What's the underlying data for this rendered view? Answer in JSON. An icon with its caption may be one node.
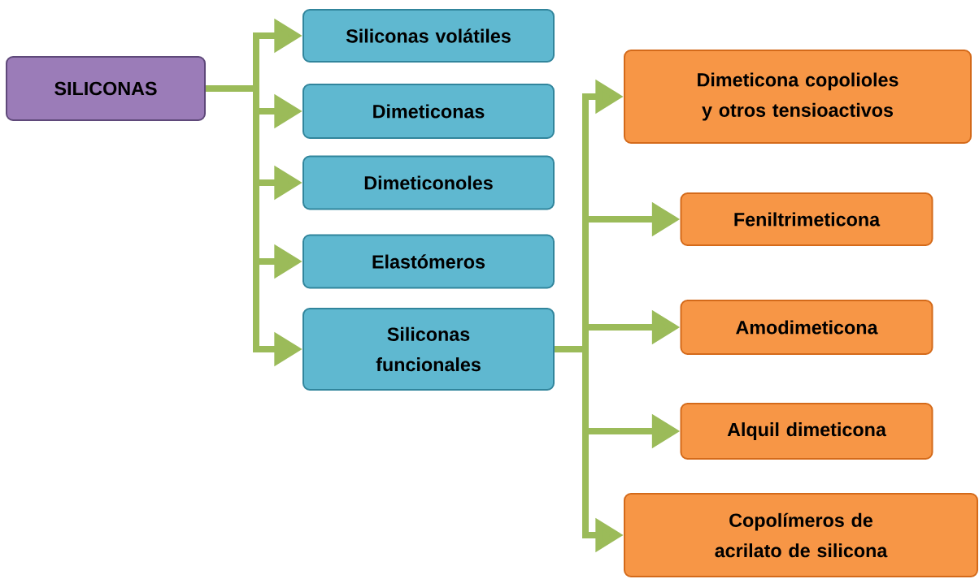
{
  "diagram": {
    "nodes": [
      {
        "text": [
          "SILICONAS"
        ]
      },
      {
        "text": [
          "Siliconas volátiles"
        ]
      },
      {
        "text": [
          "Dimeticonas"
        ]
      },
      {
        "text": [
          "Dimeticonoles"
        ]
      },
      {
        "text": [
          "Elastómeros"
        ]
      },
      {
        "text": [
          "Siliconas funcionales"
        ]
      },
      {
        "text": [
          "Dimeticona copolioles y otros tensioactivos"
        ]
      },
      {
        "text": [
          "Feniltrimeticona"
        ]
      },
      {
        "text": [
          "Amodimeticona"
        ]
      },
      {
        "text": [
          "Alquil dimeticona"
        ]
      },
      {
        "text": [
          "Copolímeros de acrilato de silicona"
        ]
      }
    ],
    "edges": [
      {
        "from": 0,
        "to": 1,
        "arrow": "to"
      },
      {
        "from": 0,
        "to": 2,
        "arrow": "to"
      },
      {
        "from": 0,
        "to": 3,
        "arrow": "to"
      },
      {
        "from": 0,
        "to": 4,
        "arrow": "to"
      },
      {
        "from": 0,
        "to": 5,
        "arrow": "to"
      },
      {
        "from": 5,
        "to": 6,
        "arrow": "to"
      },
      {
        "from": 5,
        "to": 7,
        "arrow": "to"
      },
      {
        "from": 5,
        "to": 8,
        "arrow": "to"
      },
      {
        "from": 5,
        "to": 9,
        "arrow": "to"
      },
      {
        "from": 5,
        "to": 10,
        "arrow": "to"
      }
    ]
  }
}
